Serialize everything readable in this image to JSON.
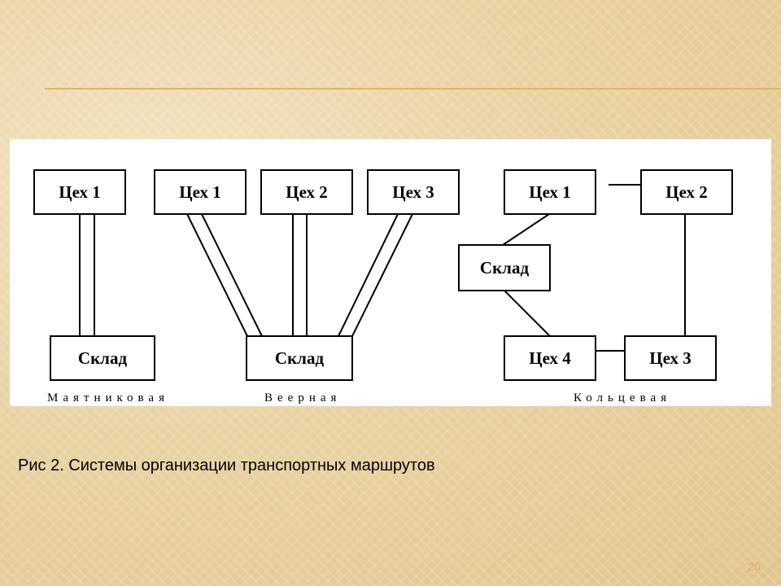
{
  "diagram": {
    "pendulum": {
      "label": "Маятниковая",
      "nodes": {
        "shop1": "Цех 1",
        "warehouse": "Склад"
      }
    },
    "fan": {
      "label": "Веерная",
      "nodes": {
        "shop1": "Цех 1",
        "shop2": "Цех 2",
        "shop3": "Цех 3",
        "warehouse": "Склад"
      }
    },
    "ring": {
      "label": "Кольцевая",
      "nodes": {
        "shop1": "Цех 1",
        "shop2": "Цех 2",
        "warehouse": "Склад",
        "shop4": "Цех 4",
        "shop3": "Цех 3"
      }
    }
  },
  "caption": "Рис 2. Системы организации транспортных маршрутов",
  "page_number": "20"
}
